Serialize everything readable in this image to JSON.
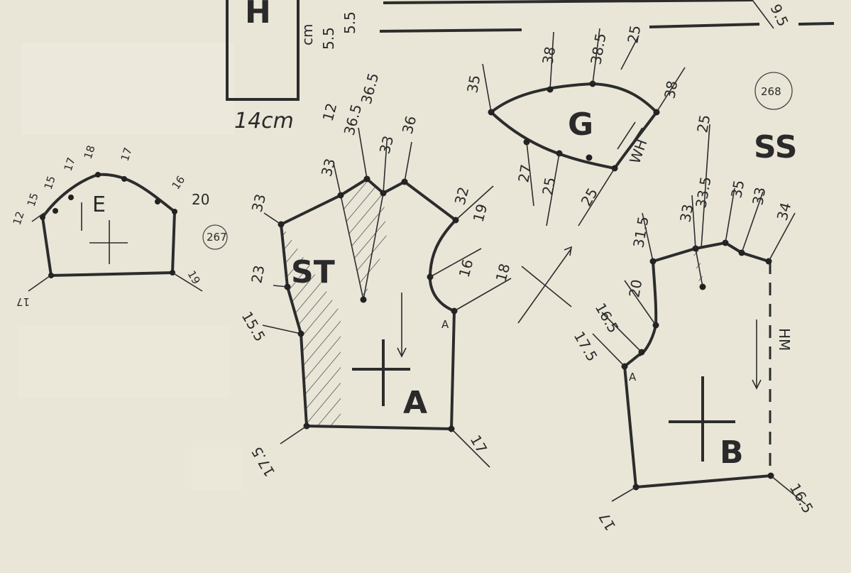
{
  "sheet_number_267": "267",
  "sheet_number_268": "268",
  "piece_h": {
    "letter": "H",
    "measure": "14cm",
    "vals": [
      "5.5",
      "5.5",
      "cm"
    ]
  },
  "piece_e": {
    "letter": "E",
    "vals": [
      "12",
      "15",
      "15",
      "17",
      "18",
      "17",
      "16",
      "20",
      "19",
      "17"
    ]
  },
  "piece_st": {
    "label": "ST"
  },
  "piece_a": {
    "letter": "A",
    "point": "A",
    "vals": [
      "12",
      "33",
      "36.5",
      "36.5",
      "33",
      "36",
      "33",
      "32",
      "19",
      "16",
      "18",
      "23",
      "15.5",
      "17.5",
      "17"
    ]
  },
  "piece_g": {
    "letter": "G",
    "wh": "WH",
    "vals": [
      "35",
      "38",
      "38.5",
      "25",
      "38",
      "27",
      "25",
      "25"
    ]
  },
  "piece_ss": {
    "label": "SS"
  },
  "piece_b": {
    "letter": "B",
    "point": "A",
    "hm": "HM",
    "vals": [
      "31.5",
      "33",
      "33.5",
      "25",
      "35",
      "33",
      "34",
      "20",
      "16.5",
      "17.5",
      "17",
      "16.5"
    ]
  },
  "top_right": "9.5"
}
